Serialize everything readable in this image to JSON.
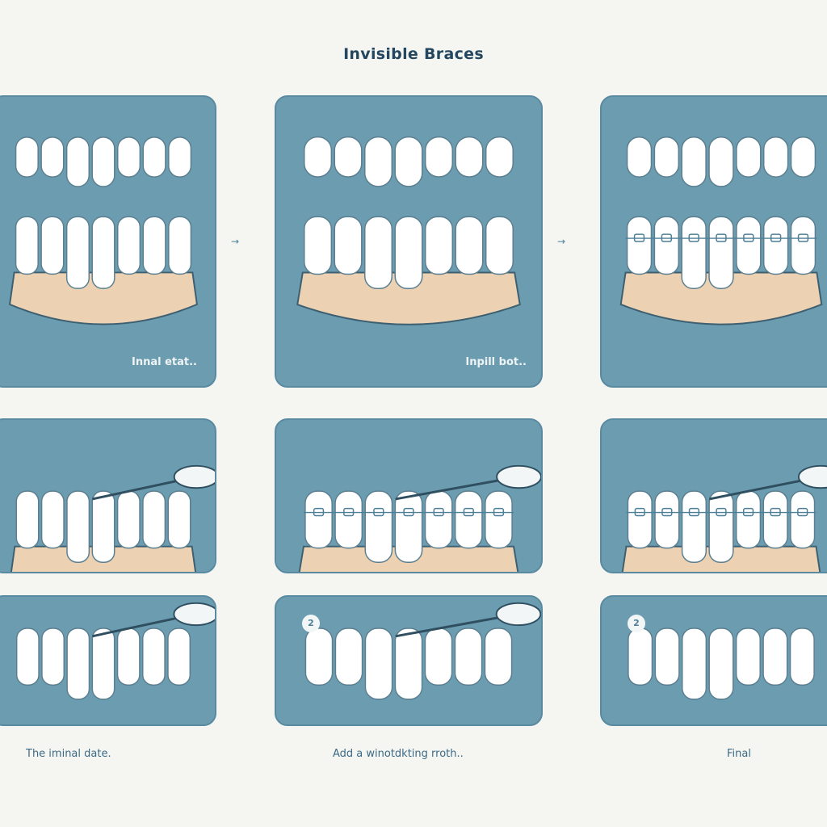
{
  "title": "Invisible Braces",
  "panels": [
    {
      "label": "Innal etat.."
    },
    {
      "label": "Inpill bot.."
    },
    {
      "label": ""
    }
  ],
  "arrows": [
    "→",
    "→"
  ],
  "badges": [
    "2",
    "2"
  ],
  "captions": [
    "The iminal date.",
    "Add a winotdkting rroth..",
    "Final"
  ],
  "colors": {
    "background": "#f5f6f2",
    "panel": "#6b9cb0",
    "tooth": "#ffffff",
    "gum": "#ecd2b3",
    "title": "#24475f"
  }
}
